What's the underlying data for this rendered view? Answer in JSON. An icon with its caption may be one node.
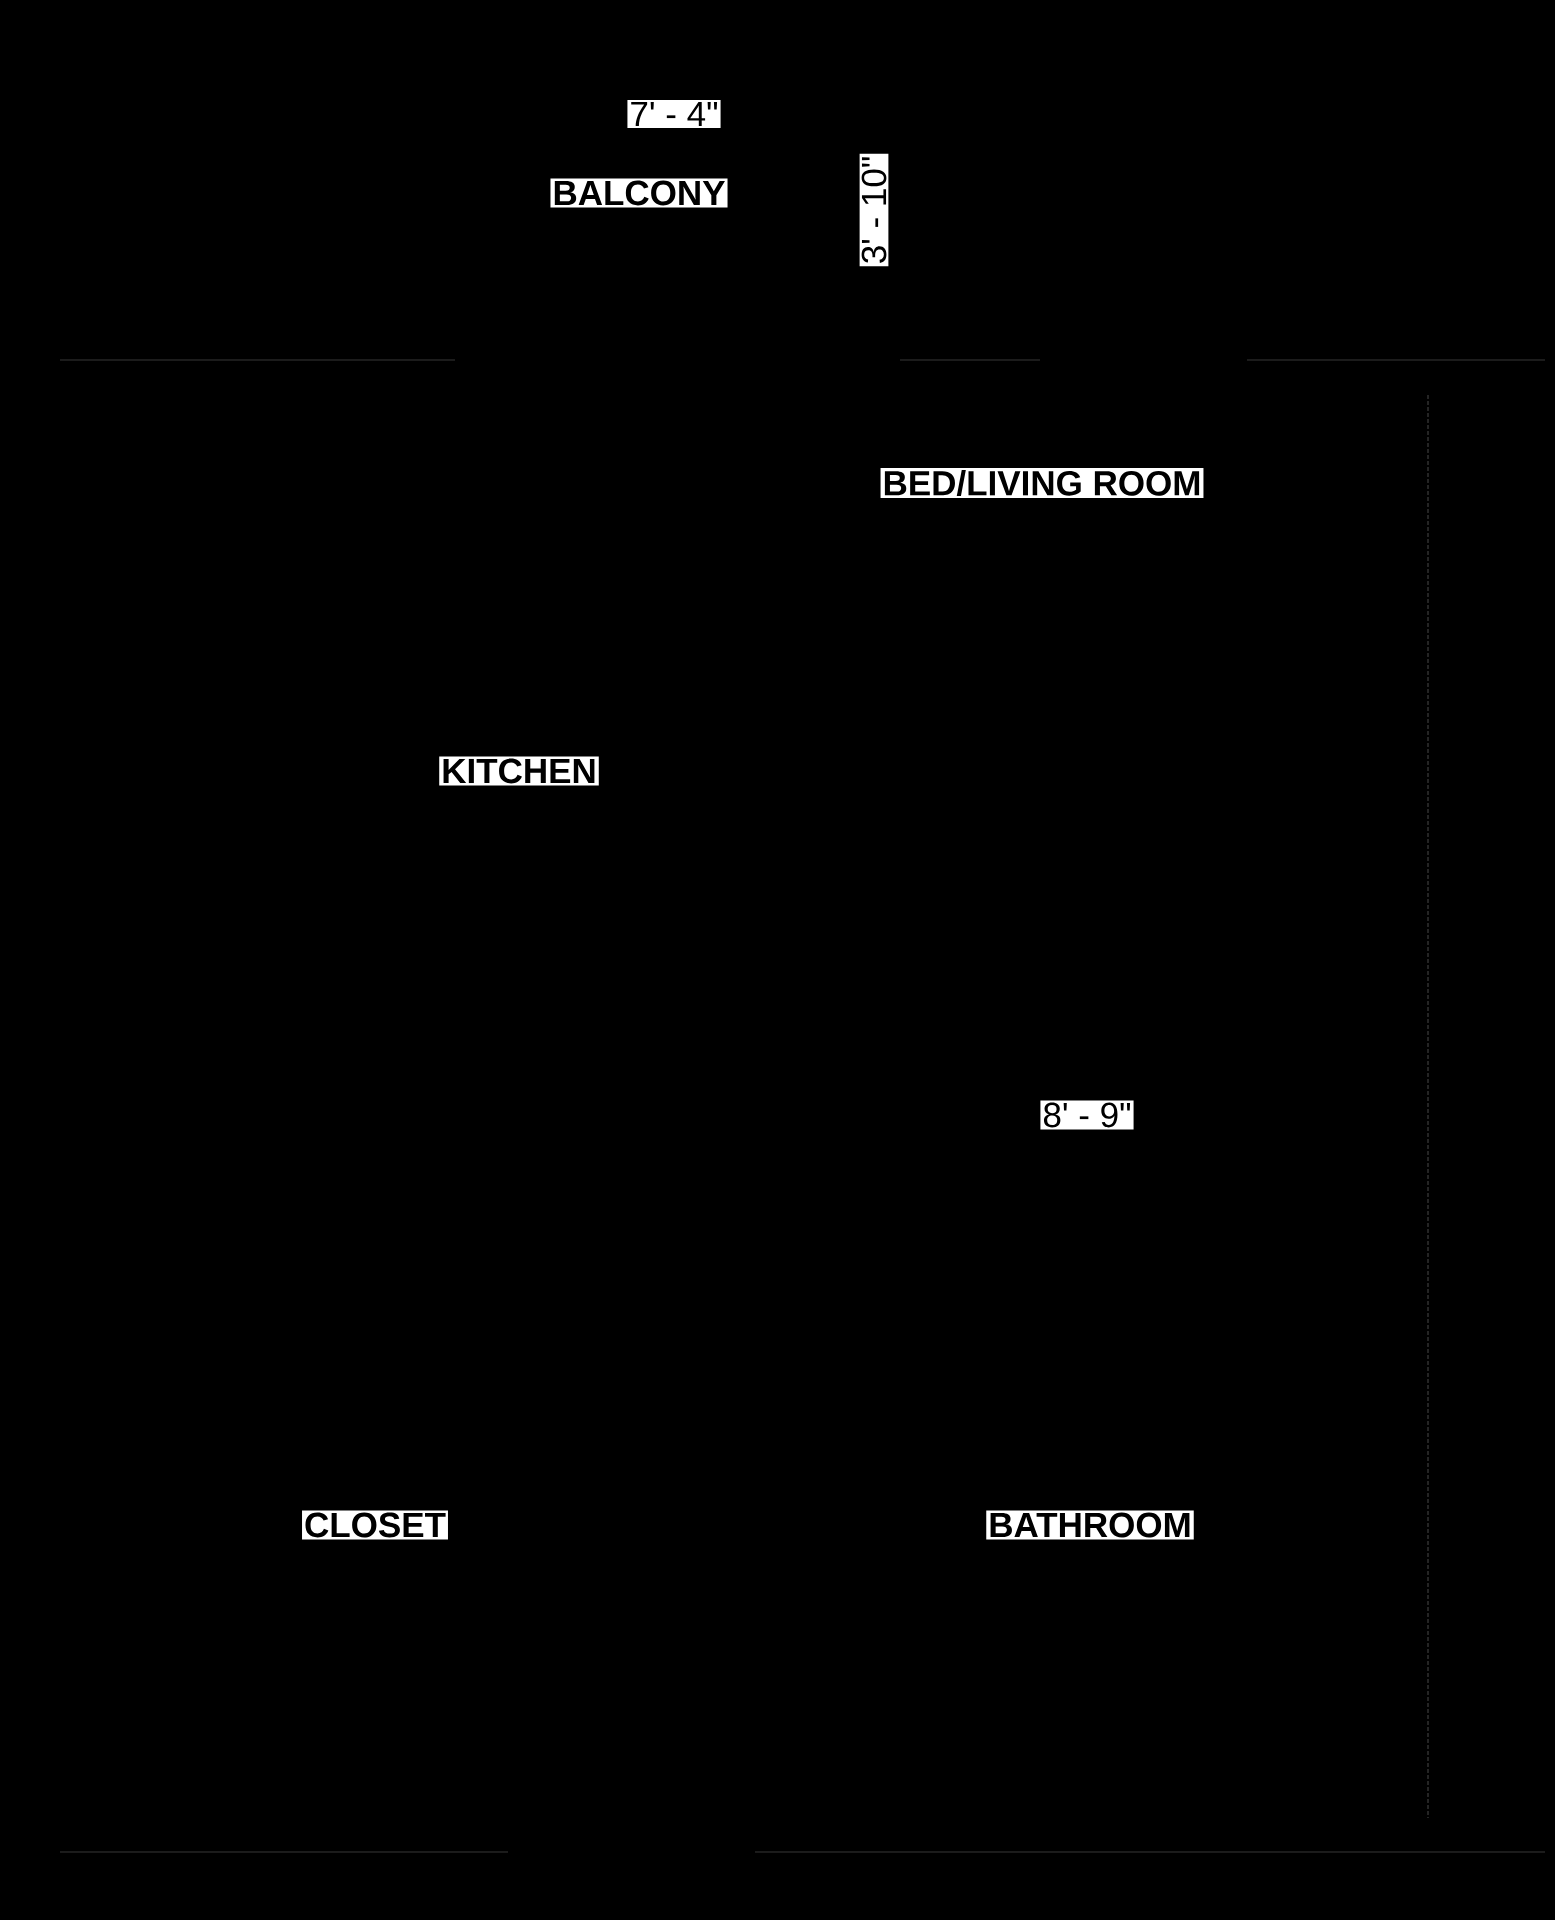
{
  "diagram": {
    "labels": [
      "7' - 4\"",
      "BALCONY",
      "3' - 10\"",
      "BED/LIVING ROOM",
      "KITCHEN",
      "8' - 9\"",
      "CLOSET",
      "BATHROOM"
    ]
  }
}
